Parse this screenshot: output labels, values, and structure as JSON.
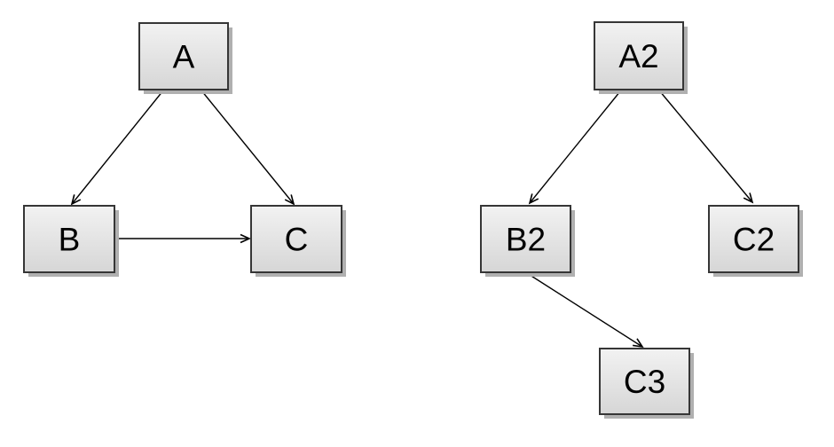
{
  "diagram": {
    "background_color": "#ffffff",
    "node_style": {
      "fill_top": "#f2f2f2",
      "fill_bottom": "#d6d6d6",
      "border_color": "#363636",
      "shadow_color": "#b0b0b0",
      "text_color": "#000000"
    },
    "edge_style": {
      "color": "#000000",
      "arrowhead": "open-vee"
    },
    "graphs": [
      {
        "name": "left-graph",
        "nodes": [
          {
            "id": "A",
            "label": "A"
          },
          {
            "id": "B",
            "label": "B"
          },
          {
            "id": "C",
            "label": "C"
          }
        ],
        "edges": [
          {
            "from": "A",
            "to": "B"
          },
          {
            "from": "A",
            "to": "C"
          },
          {
            "from": "B",
            "to": "C"
          }
        ]
      },
      {
        "name": "right-graph",
        "nodes": [
          {
            "id": "A2",
            "label": "A2"
          },
          {
            "id": "B2",
            "label": "B2"
          },
          {
            "id": "C2",
            "label": "C2"
          },
          {
            "id": "C3",
            "label": "C3"
          }
        ],
        "edges": [
          {
            "from": "A2",
            "to": "B2"
          },
          {
            "from": "A2",
            "to": "C2"
          },
          {
            "from": "B2",
            "to": "C3"
          }
        ]
      }
    ]
  }
}
